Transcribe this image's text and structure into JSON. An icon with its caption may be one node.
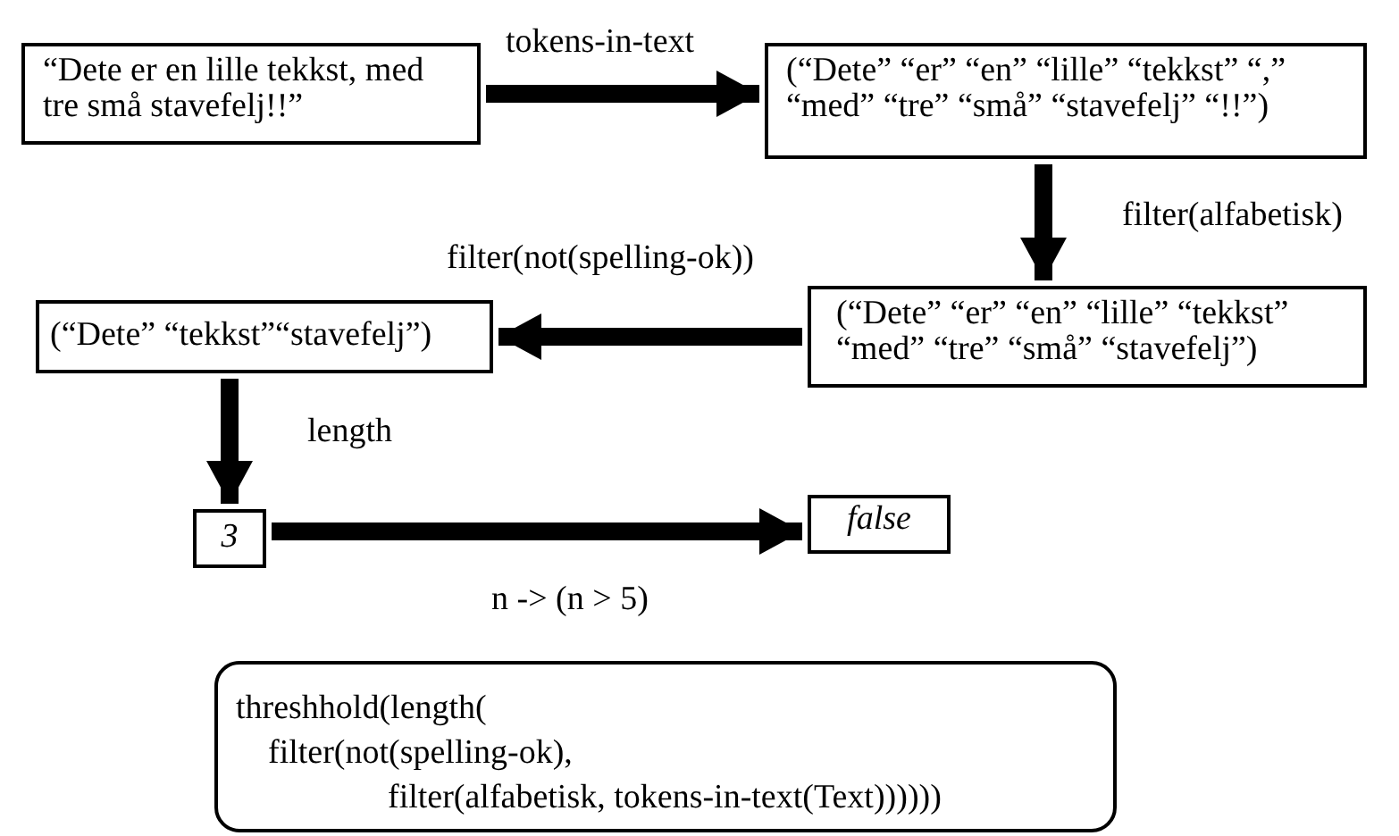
{
  "diagram": {
    "nodes": [
      {
        "text": [
          "“Dete er en lille tekkst, med tre små stavefelj!!”"
        ]
      },
      {
        "text": [
          "(“Dete” “er” “en” “lille” “tekkst” “,” “med” “tre” “små” “stavefelj” “!!”)"
        ]
      },
      {
        "text": [
          "(“Dete” “er” “en” “lille” “tekkst” “med” “tre” “små” “stavefelj”)"
        ]
      },
      {
        "text": [
          "(“Dete” “tekkst”“stavefelj”)"
        ]
      },
      {
        "text": [
          "3"
        ]
      },
      {
        "text": [
          "false"
        ]
      },
      {
        "text": [
          "threshhold(length(",
          "filter(not(spelling-ok),",
          "filter(alfabetisk, tokens-in-text(Text))))))"
        ]
      }
    ],
    "edges": [
      {
        "from": 0,
        "to": 1,
        "arrow": "to",
        "label": "tokens-in-text"
      },
      {
        "from": 1,
        "to": 2,
        "arrow": "to",
        "label": "filter(alfabetisk)"
      },
      {
        "from": 2,
        "to": 3,
        "arrow": "to",
        "label": "filter(not(spelling-ok))"
      },
      {
        "from": 3,
        "to": 4,
        "arrow": "to",
        "label": "length"
      },
      {
        "from": 4,
        "to": 5,
        "arrow": "to",
        "label": "n -> (n > 5)"
      }
    ]
  }
}
